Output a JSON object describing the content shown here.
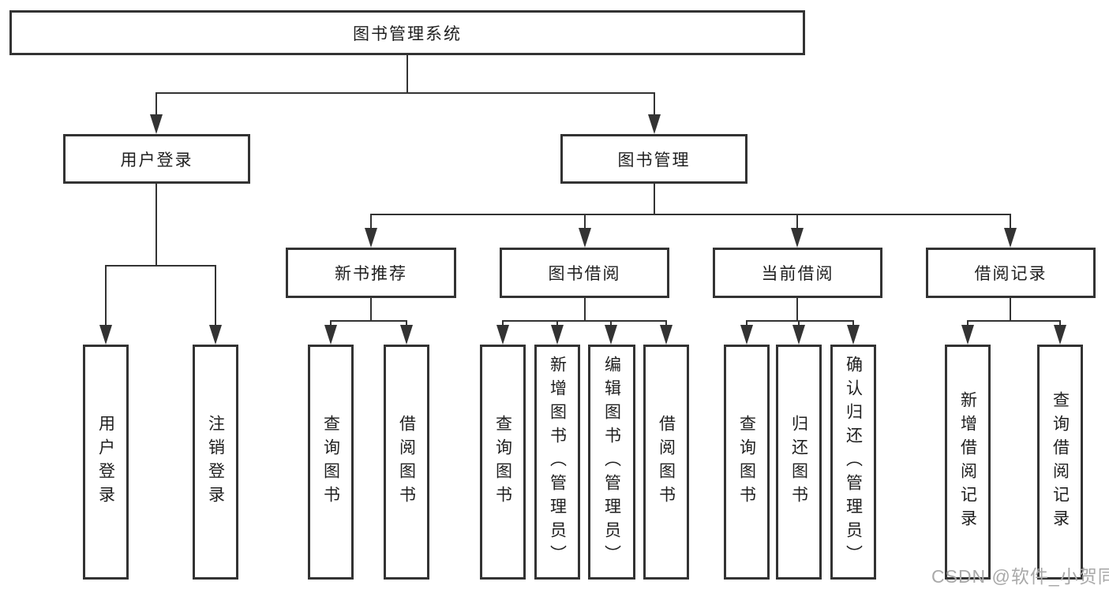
{
  "tree": {
    "root": {
      "label": "图书管理系统",
      "children": [
        {
          "label": "用户登录",
          "children": [
            {
              "label": "用户登录"
            },
            {
              "label": "注销登录"
            }
          ]
        },
        {
          "label": "图书管理",
          "children": [
            {
              "label": "新书推荐",
              "children": [
                {
                  "label": "查询图书"
                },
                {
                  "label": "借阅图书"
                }
              ]
            },
            {
              "label": "图书借阅",
              "children": [
                {
                  "label": "查询图书"
                },
                {
                  "label": "新增图书（管理员）"
                },
                {
                  "label": "编辑图书（管理员）"
                },
                {
                  "label": "借阅图书"
                }
              ]
            },
            {
              "label": "当前借阅",
              "children": [
                {
                  "label": "查询图书"
                },
                {
                  "label": "归还图书"
                },
                {
                  "label": "确认归还（管理员）"
                }
              ]
            },
            {
              "label": "借阅记录",
              "children": [
                {
                  "label": "新增借阅记录"
                },
                {
                  "label": "查询借阅记录"
                }
              ]
            }
          ]
        }
      ]
    }
  },
  "watermark": {
    "text": "CSDN @软件_小贺同学"
  },
  "colors": {
    "line": "#333333",
    "text": "#1f1f1f",
    "background": "#ffffff",
    "watermark": "#a9a9a9"
  }
}
